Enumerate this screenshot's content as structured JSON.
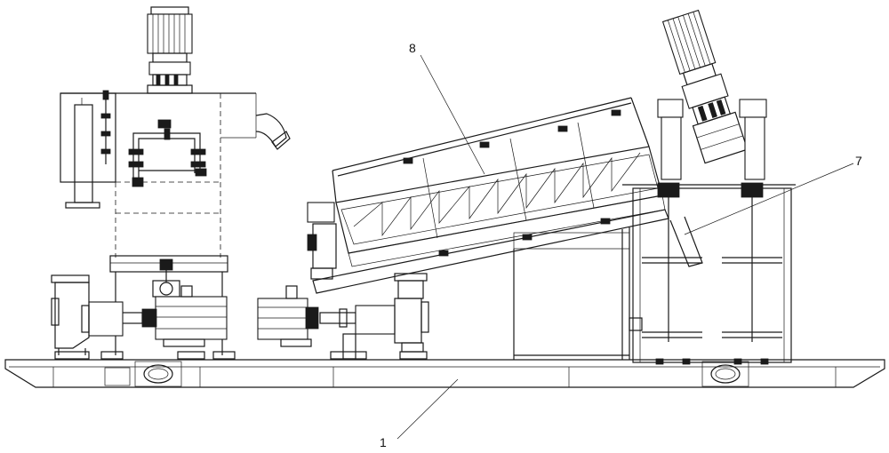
{
  "callouts": [
    {
      "id": "label-1",
      "text": "1"
    },
    {
      "id": "label-7",
      "text": "7"
    },
    {
      "id": "label-8",
      "text": "8"
    }
  ],
  "colors": {
    "line": "#1a1a1a",
    "background": "#ffffff"
  }
}
